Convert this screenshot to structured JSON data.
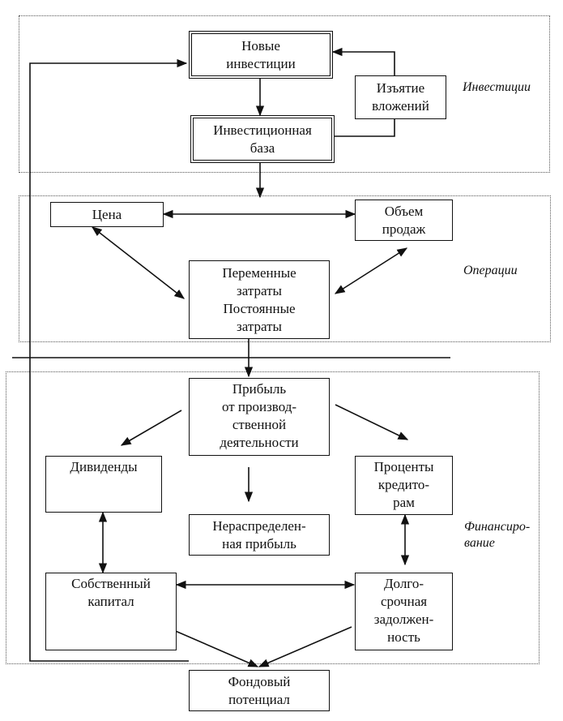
{
  "sections": {
    "investments": "Инвестиции",
    "operations": "Операции",
    "financing": "Финансиро-\nвание"
  },
  "nodes": {
    "new_investments": "Новые\nинвестиции",
    "withdrawal": "Изъятие\nвложений",
    "investment_base": "Инвестиционная\nбаза",
    "price": "Цена",
    "sales_volume": "Объем\nпродаж",
    "costs": "Переменные\nзатраты\nПостоянные\nзатраты",
    "operating_profit": "Прибыль\nот производ-\nственной\nдеятельности",
    "dividends": "Дивиденды",
    "creditor_interest": "Проценты\nкредито-\nрам",
    "retained_earnings": "Нераспределен-\nная прибыль",
    "equity": "Собственный\nкапитал",
    "long_term_debt": "Долго-\nсрочная\nзадолжен-\nность",
    "stock_potential": "Фондовый\nпотенциал"
  },
  "colors": {
    "ink": "#111111",
    "section_border": "#555555",
    "background": "#ffffff"
  }
}
